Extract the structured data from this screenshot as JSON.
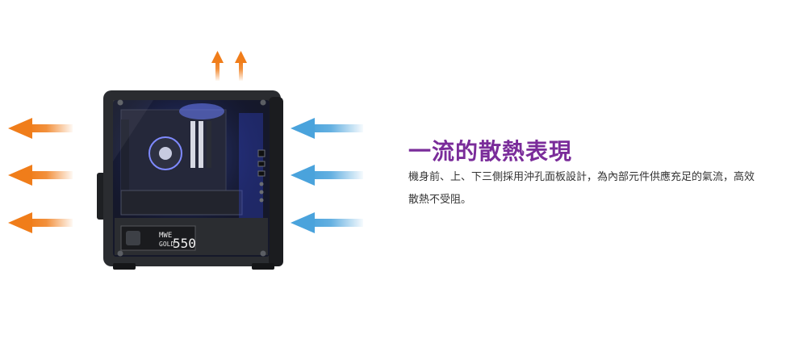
{
  "feature": {
    "title": "一流的散熱表現",
    "description": "機身前、上、下三側採用沖孔面板設計，為內部元件供應充足的氣流，高效散熱不受阻。"
  },
  "product_image": {
    "psu_brand": "MWE",
    "psu_series": "GOLD",
    "psu_model": "550"
  },
  "colors": {
    "title": "#7a2c9a",
    "exhaust_arrow": "#f07d1a",
    "intake_arrow": "#4aa3dc",
    "case_body": "#2a2c30"
  },
  "icons": {
    "exhaust": "arrow-exhaust-icon",
    "intake": "arrow-intake-icon"
  }
}
